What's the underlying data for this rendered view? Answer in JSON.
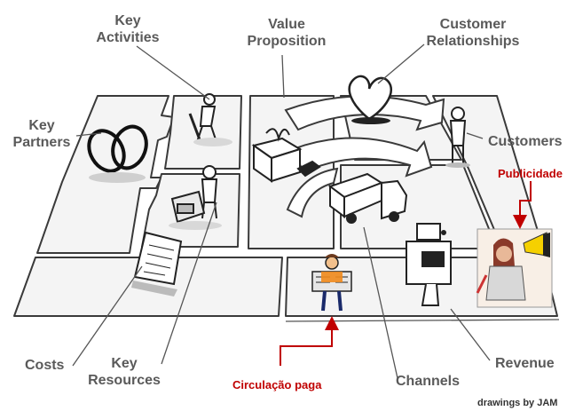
{
  "labels": {
    "key_activities": [
      "Key",
      "Activities"
    ],
    "value_proposition": [
      "Value",
      "Proposition"
    ],
    "customer_relationships": [
      "Customer",
      "Relationships"
    ],
    "key_partners": [
      "Key",
      "Partners"
    ],
    "customers": "Customers",
    "costs": "Costs",
    "key_resources": [
      "Key",
      "Resources"
    ],
    "channels": "Channels",
    "revenue": "Revenue"
  },
  "annotations": {
    "publicidade": "Publicidade",
    "circulacao_paga": "Circulação paga"
  },
  "credit": "drawings by JAM",
  "colors": {
    "label_gray": "#5a5a5a",
    "annotation_red": "#c00000",
    "line_gray": "#555555"
  },
  "icons": [
    "rings-icon",
    "digging-worker-icon",
    "gift-box-icon",
    "heart-icon",
    "standing-person-icon",
    "worker-with-machine-icon",
    "truck-icon",
    "cash-register-icon",
    "document-icon",
    "newspaper-reader-icon",
    "megaphone-woman-icon"
  ]
}
